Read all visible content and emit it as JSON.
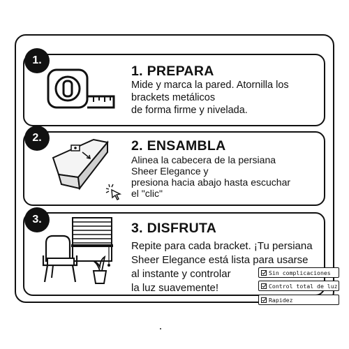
{
  "steps": [
    {
      "number": "1.",
      "title": "1. PREPARA",
      "lines": [
        "Mide y marca la pared. Atornilla los",
        "brackets metálicos",
        "de forma firme y nivelada."
      ],
      "icon": "measuring-tape-icon"
    },
    {
      "number": "2.",
      "title": "2. ENSAMBLA",
      "lines": [
        "Alinea la cabecera de la persiana",
        "Sheer Elegance  y",
        "presiona hacia abajo hasta escuchar",
        "el \"clic\""
      ],
      "icon": "bracket-headrail-icon"
    },
    {
      "number": "3.",
      "title": "3. DISFRUTA",
      "lines": [
        "Repite para cada bracket. ¡Tu persiana",
        "Sheer Elegance está lista para usarse",
        "al instante y controlar",
        "la luz suavemente!"
      ],
      "icon": "room-with-blind-icon"
    }
  ],
  "checklist": [
    "Sin complicaciones",
    "Control total de luz",
    "Rapidez"
  ]
}
